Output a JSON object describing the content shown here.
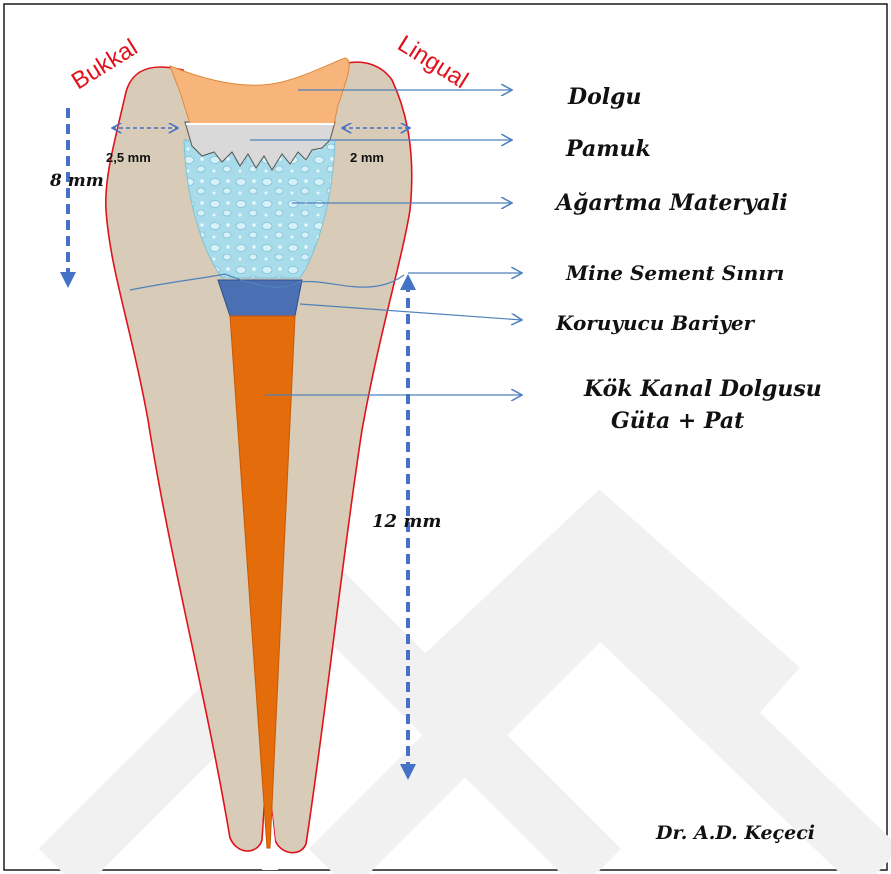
{
  "side_labels": {
    "buccal": "Bukkal",
    "lingual": "Lingual"
  },
  "dimensions": {
    "buccal_wall": "2,5 mm",
    "lingual_wall": "2 mm",
    "crown_height": "8 mm",
    "root_length": "12 mm"
  },
  "labels": {
    "filling": "Dolgu",
    "cotton": "Pamuk",
    "bleaching_material": "Ağartma Materyali",
    "cej": "Mine Sement Sınırı",
    "barrier": "Koruyucu Bariyer",
    "root_canal_filling_line1": "Kök Kanal Dolgusu",
    "root_canal_filling_line2": "Güta + Pat"
  },
  "signature": "Dr. A.D. Keçeci",
  "colors": {
    "tooth": "#d8cbb7",
    "outline": "#e0121c",
    "filling": "#f7b57c",
    "cotton": "#d9d9d9",
    "bleach": "#a9dcea",
    "barrier": "#4a6fb2",
    "gutta": "#e46c0a",
    "arrow": "#4f81bd",
    "dim_arrow": "#4472c4",
    "watermark": "#f1f1f1"
  }
}
